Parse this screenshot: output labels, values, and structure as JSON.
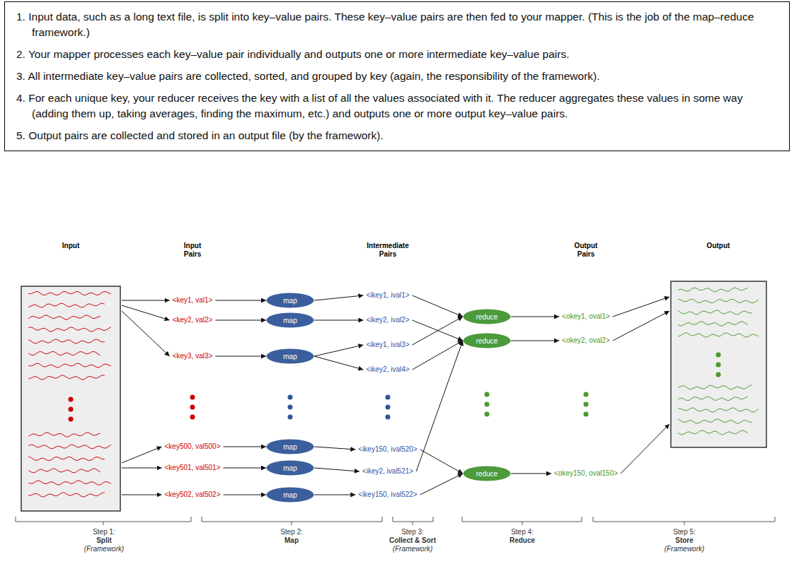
{
  "diagram": {
    "nodes": [
      {
        "text": [
          "1. Input data, such as a long text file, is split into key–value pairs. These key–value pairs are then fed to your mapper. (This is the job of the map–reduce framework.)",
          "2. Your mapper processes each key–value pair individually and outputs one or more intermediate key–value pairs.",
          "3. All intermediate key–value pairs are collected, sorted, and grouped by key (again, the responsibility of the framework).",
          "4. For each unique key, your reducer receives the key with a list of all the values associated with it. The reducer aggregates these values in some way (adding them up, taking averages, finding the maximum, etc.) and outputs one or more output key–value pairs.",
          "5. Output pairs are collected and stored in an output file (by the framework)."
        ]
      },
      {
        "text": [
          "map"
        ]
      },
      {
        "text": [
          "map"
        ]
      },
      {
        "text": [
          "map"
        ]
      },
      {
        "text": [
          "map"
        ]
      },
      {
        "text": [
          "map"
        ]
      },
      {
        "text": [
          "map"
        ]
      },
      {
        "text": [
          "reduce"
        ]
      },
      {
        "text": [
          "reduce"
        ]
      },
      {
        "text": [
          "reduce"
        ]
      }
    ],
    "labels": [
      "Input",
      "Input Pairs",
      "Intermediate Pairs",
      "Output Pairs",
      "Output",
      "<key1, val1>",
      "<key2, val2>",
      "<key3, val3>",
      "<key500, val500>",
      "<key501, val501>",
      "<key502, val502>",
      "<ikey1, ival1>",
      "<ikey2, ival2>",
      "<ikey1, ival3>",
      "<ikey2, ival4>",
      "<ikey150, ival520>",
      "<ikey2, ival521>",
      "<ikey150, ival522>",
      "<okey1, oval1>",
      "<okey2, oval2>",
      "<okey150, oval150>",
      "Step 1:",
      "Split",
      "(Framework)",
      "Step 2:",
      "Map",
      "Step 3:",
      "Collect & Sort",
      "(Framework)",
      "Step 4:",
      "Reduce",
      "Step 5:",
      "Store",
      "(Framework)"
    ]
  }
}
